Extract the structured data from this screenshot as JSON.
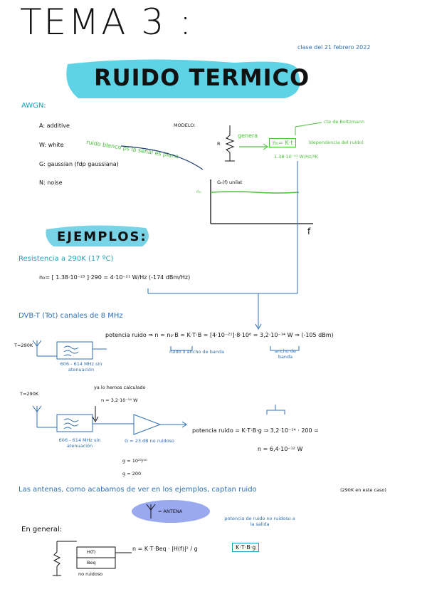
{
  "header": {
    "title": "TEMA 3 :",
    "date": "clase del 21 febrero 2022",
    "subtitle": "RUIDO TERMICO"
  },
  "awgn": {
    "label": "AWGN:",
    "items": [
      "A: additive",
      "W: white",
      "G: gaussian (fdp gaussiana)",
      "N: noise"
    ],
    "arrow_note": "ruido blanco ps la señal es plana"
  },
  "modelo": {
    "label": "MODELO:",
    "r_label": "R",
    "genera": "genera",
    "formula": "n₀= K·t",
    "boltzmann": "cte de Boltzmann",
    "dependence": "(dependencia del ruido)",
    "k_value": "1.38·10⁻²³ W/Hz/ºK",
    "graph_label": "Gₙ(f) unilat",
    "n0_label": "n₀",
    "f_label": "f"
  },
  "ejemplos": {
    "heading": "EJEMPLOS:",
    "resistencia_title": "Resistencia a 290K (17 ºC)",
    "resistencia_formula": "n₀= [ 1.38·10⁻²³ ]·290 = 4·10⁻²¹ W/Hz (-174 dBm/Hz)",
    "dvbt_title": "DVB-T (Tot) canales de 8 MHz",
    "t_label": "T=290K",
    "potencia_ruido": "potencia ruido ⇒ n = n₀·B = K·T·B = [4·10⁻²¹]·8·10⁶ = 3,2·10⁻¹⁴ W ⇒ (-105 dBm)",
    "ruido_label": "ruido x ancho de banda",
    "ancho_banda": "ancho de banda",
    "filter_note": "606 - 614 MHz sin atenuación",
    "t_label2": "T=290K",
    "ya_calculado": "ya lo hemos calculado",
    "n_value": "n = 3,2·10⁻¹⁴ W",
    "filter_note2": "606 - 614 MHz sin atenuación",
    "gain": "G = 23 dB no ruidoso",
    "g_formula": "g = 10²³/¹⁰",
    "g_value": "g = 200",
    "potencia_ruido2": "potencia ruido = K·T·B·g ⇒ 3,2·10⁻¹⁴ · 200 =",
    "n_result": "n = 6,4·10⁻¹² W"
  },
  "conclusion": {
    "text": "Las antenas, como acabamos de ver en los ejemplos, captan ruido",
    "note": "(290K en este caso)",
    "antena_label": "= ANTENA"
  },
  "general": {
    "label": "En general:",
    "box_top": "H(f)",
    "box_bottom": "Beq",
    "no_ruidoso": "no ruidoso",
    "formula": "n = K·T·Beq · |H(f)|² / g",
    "result": "K·T·B·g",
    "note": "potencia de ruido no ruidoso a la salida"
  }
}
